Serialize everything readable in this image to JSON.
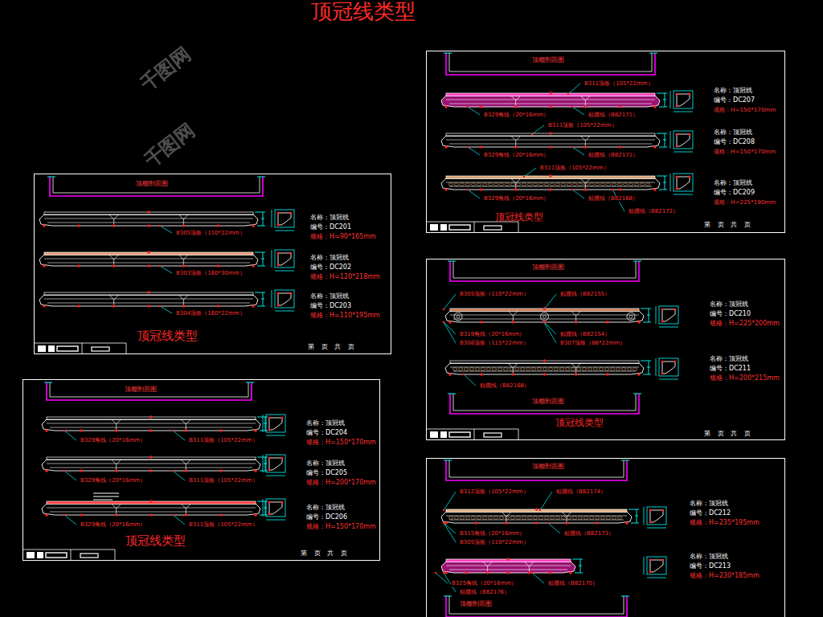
{
  "diagram": {
    "title": "顶冠线类型",
    "nodes": [
      {
        "text": [
          "顶棚剖面图",
          "B305顶板（110*22mm）",
          "B303顶板（160*30mm）",
          "B304顶板（160*22mm）",
          "名称：顶冠线",
          "编号：DC201",
          "规格：H=90*165mm",
          "名称：顶冠线",
          "编号：DC202",
          "规格：H=120*218mm",
          "名称：顶冠线",
          "编号：DC203",
          "规格：H=110*195mm",
          "顶冠线类型",
          "第 页 共 页"
        ]
      },
      {
        "text": [
          "顶棚剖面图",
          "B329角线（20*16mm）",
          "B311顶板（105*22mm）",
          "B329角线（20*16mm）",
          "B311顶板（105*22mm）",
          "B329角线（20*16mm）",
          "B311顶板（105*22mm）",
          "名称：顶冠线",
          "编号：DC204",
          "规格：H=150*170mm",
          "名称：顶冠线",
          "编号：DC205",
          "规格：H=200*170mm",
          "名称：顶冠线",
          "编号：DC206",
          "规格：H=150*170mm",
          "顶冠线类型",
          "第 页 共 页"
        ]
      },
      {
        "text": [
          "顶棚剖面图",
          "B311顶板（105*22mm）",
          "B329角线（20*16mm）",
          "贴腰线（B82171）",
          "B311顶板（105*22mm）",
          "B329角线（20*16mm）",
          "贴腰线（B82171）",
          "B311顶板（105*22mm）",
          "B329角线（20*16mm）",
          "贴腰线（B82168）",
          "贴腰线（B82172）",
          "名称：顶冠线",
          "编号：DC207",
          "规格：H=150*170mm",
          "名称：顶冠线",
          "编号：DC208",
          "规格：H=150*170mm",
          "名称：顶冠线",
          "编号：DC209",
          "规格：H=225*190mm",
          "顶冠线类型",
          "第 页 共 页"
        ]
      },
      {
        "text": [
          "顶棚剖面图",
          "B305顶板（110*22mm）",
          "贴腰线（B82155）",
          "B319角线（20*16mm）",
          "贴腰线（B82154）",
          "B306顶板（115*22mm）",
          "B307顶板（86*22mm）",
          "贴腰线（B82168）",
          "名称：顶冠线",
          "编号：DC210",
          "规格：H=225*200mm",
          "名称：顶冠线",
          "编号：DC211",
          "规格：H=200*215mm",
          "顶棚剖面图",
          "顶冠线类型",
          "第 页 共 页"
        ]
      },
      {
        "text": [
          "顶棚剖面图",
          "B312顶板（105*22mm）",
          "贴腰线（B82174）",
          "B315角线（20*16mm）",
          "贴腰线（B82173）",
          "B305顶板（110*22mm）",
          "B325角线（20*16mm）",
          "贴腰线（B82170）",
          "贴腰线（B82176）",
          "名称：顶冠线",
          "编号：DC212",
          "规格：H=235*195mm",
          "名称：顶冠线",
          "编号：DC213",
          "规格：H=230*185mm",
          "顶棚剖面图"
        ]
      }
    ],
    "labels": [
      "千图网",
      "千图网"
    ]
  }
}
